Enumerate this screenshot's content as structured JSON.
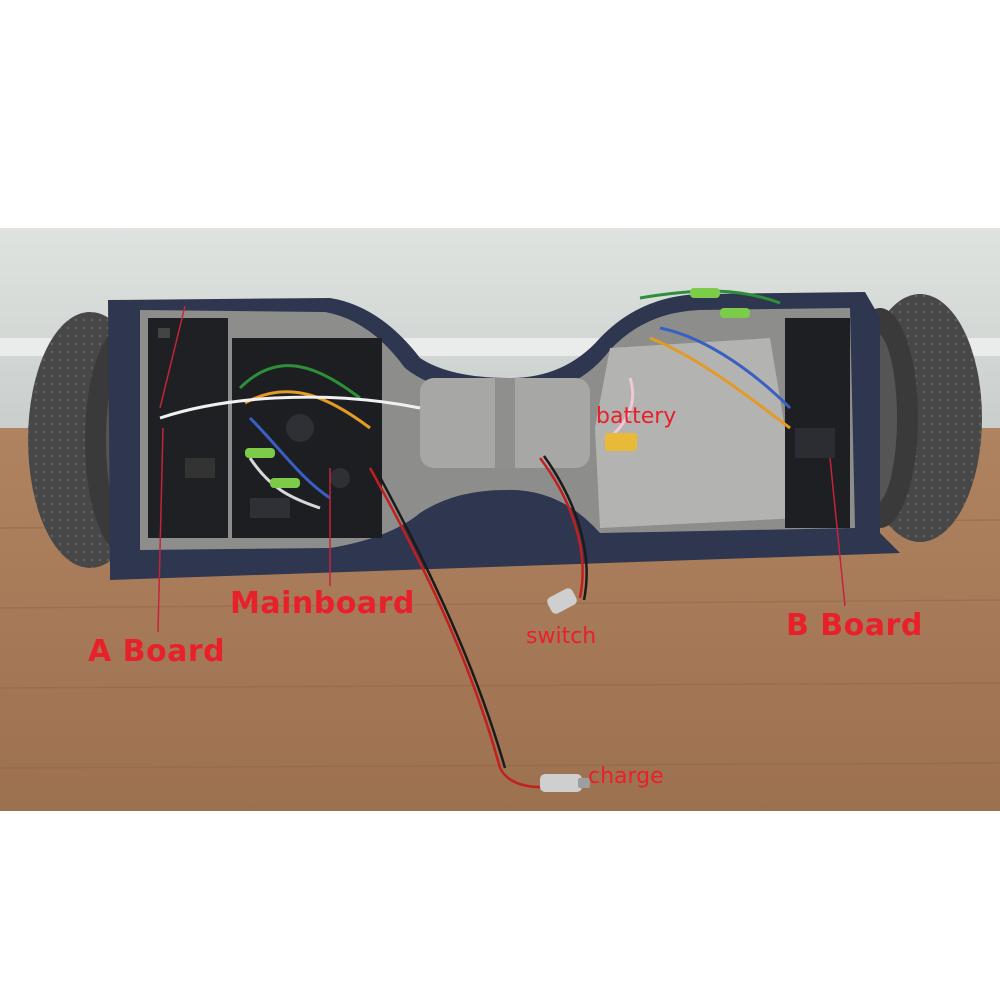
{
  "labels": {
    "a_board": "A Board",
    "mainboard": "Mainboard",
    "b_board": "B Board",
    "switch": "switch",
    "charge": "charge",
    "battery": "battery"
  },
  "colors": {
    "label": "#e8202a",
    "floor": "#a77a57",
    "wall": "#d4d9d6",
    "frame": "#2e3650",
    "tire": "#3b3b3b",
    "housing": "#8d8e8c"
  }
}
